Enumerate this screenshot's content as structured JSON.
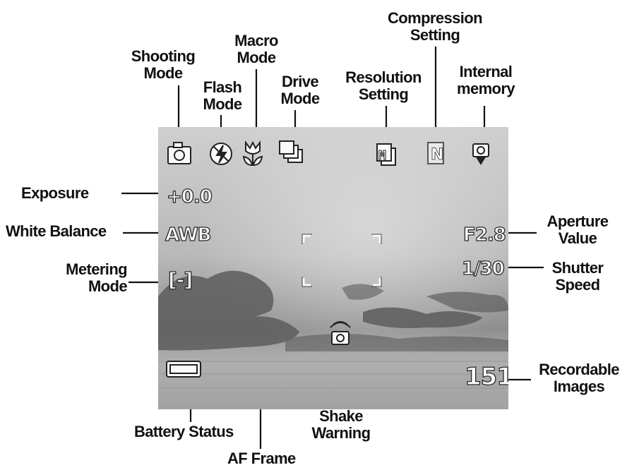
{
  "labels": {
    "shooting_mode": "Shooting\nMode",
    "flash_mode": "Flash\nMode",
    "macro_mode": "Macro\nMode",
    "drive_mode": "Drive\nMode",
    "resolution_setting": "Resolution\nSetting",
    "compression_setting": "Compression\nSetting",
    "internal_memory": "Internal\nmemory",
    "exposure": "Exposure",
    "white_balance": "White Balance",
    "metering_mode": "Metering\nMode",
    "aperture_value": "Aperture\nValue",
    "shutter_speed": "Shutter\nSpeed",
    "recordable_images": "Recordable\nImages",
    "battery_status": "Battery Status",
    "shake_warning": "Shake\nWarning",
    "af_frame": "AF Frame"
  },
  "screen": {
    "exposure_value": "+0.0",
    "white_balance_value": "AWB",
    "metering_value": "[-]",
    "aperture_value": "F2.8",
    "shutter_value": "1/30",
    "recordable_count": "151",
    "compression_value": "N",
    "resolution_value": "M"
  },
  "icons": {
    "shooting_mode": "camera-icon",
    "flash_mode": "flash-off-icon",
    "macro_mode": "macro-tulip-icon",
    "drive_mode": "drive-continuous-icon",
    "resolution": "resolution-icon",
    "compression": "compression-icon",
    "internal_memory": "internal-memory-icon",
    "battery": "battery-icon",
    "shake_warning": "shake-warning-icon",
    "af_frame": "af-frame-brackets"
  }
}
